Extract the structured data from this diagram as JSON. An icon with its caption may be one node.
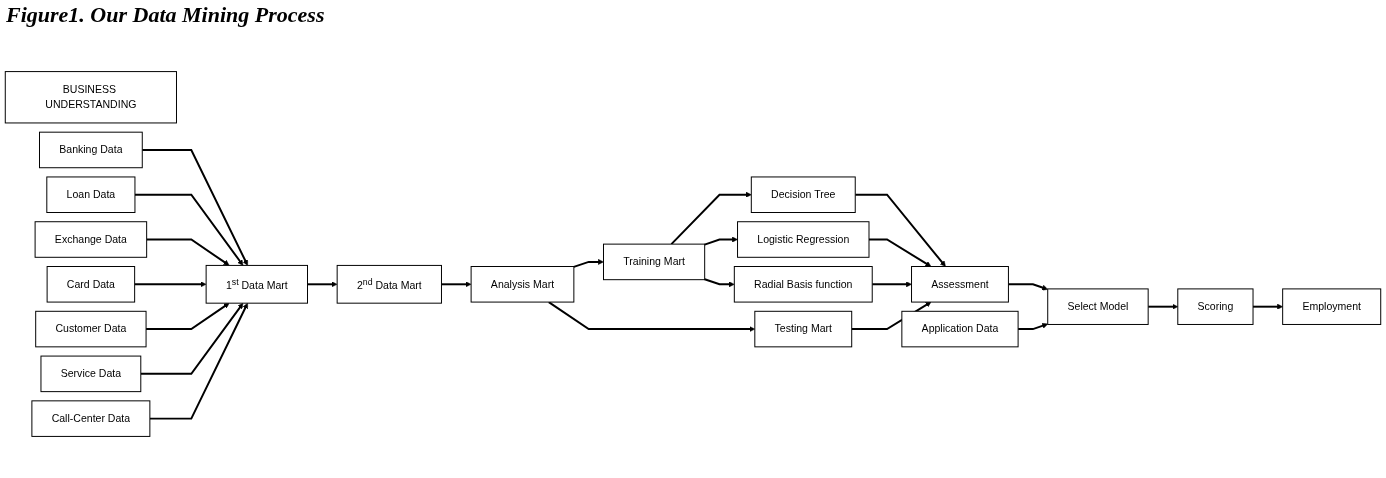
{
  "diagram": {
    "title": "Figure1. Our Data Mining Process",
    "nodes": [
      {
        "text": [
          "BUSINESS UNDERSTANDING"
        ]
      },
      {
        "text": [
          "Banking Data"
        ]
      },
      {
        "text": [
          "Loan Data"
        ]
      },
      {
        "text": [
          "Exchange Data"
        ]
      },
      {
        "text": [
          "Card Data"
        ]
      },
      {
        "text": [
          "Customer Data"
        ]
      },
      {
        "text": [
          "Service Data"
        ]
      },
      {
        "text": [
          "Call-Center Data"
        ]
      },
      {
        "text": [
          "1$^{st}$ Data Mart"
        ]
      },
      {
        "text": [
          "2$^{nd}$ Data Mart"
        ]
      },
      {
        "text": [
          "Analysis Mart"
        ]
      },
      {
        "text": [
          "Training Mart"
        ]
      },
      {
        "text": [
          "Testing Mart"
        ]
      },
      {
        "text": [
          "Decision Tree"
        ]
      },
      {
        "text": [
          "Logistic Regression"
        ]
      },
      {
        "text": [
          "Radial Basis function"
        ]
      },
      {
        "text": [
          "Assessment"
        ]
      },
      {
        "text": [
          "Application Data"
        ]
      },
      {
        "text": [
          "Select Model"
        ]
      },
      {
        "text": [
          "Scoring"
        ]
      },
      {
        "text": [
          "Employment"
        ]
      }
    ],
    "edges": [
      {
        "from": 1,
        "to": 8,
        "arrow": "to"
      },
      {
        "from": 2,
        "to": 8,
        "arrow": "to"
      },
      {
        "from": 3,
        "to": 8,
        "arrow": "to"
      },
      {
        "from": 4,
        "to": 8,
        "arrow": "to"
      },
      {
        "from": 5,
        "to": 8,
        "arrow": "to"
      },
      {
        "from": 6,
        "to": 8,
        "arrow": "to"
      },
      {
        "from": 7,
        "to": 8,
        "arrow": "to"
      },
      {
        "from": 8,
        "to": 9,
        "arrow": "to"
      },
      {
        "from": 9,
        "to": 10,
        "arrow": "to"
      },
      {
        "from": 10,
        "to": 11,
        "arrow": "to"
      },
      {
        "from": 10,
        "to": 12,
        "arrow": "to"
      },
      {
        "from": 11,
        "to": 13,
        "arrow": "to"
      },
      {
        "from": 11,
        "to": 14,
        "arrow": "to"
      },
      {
        "from": 11,
        "to": 15,
        "arrow": "to"
      },
      {
        "from": 13,
        "to": 16,
        "arrow": "to"
      },
      {
        "from": 14,
        "to": 16,
        "arrow": "to"
      },
      {
        "from": 15,
        "to": 16,
        "arrow": "to"
      },
      {
        "from": 12,
        "to": 16,
        "arrow": "to"
      },
      {
        "from": 16,
        "to": 18,
        "arrow": "to"
      },
      {
        "from": 17,
        "to": 18,
        "arrow": "to"
      },
      {
        "from": 18,
        "to": 19,
        "arrow": "to"
      },
      {
        "from": 19,
        "to": 20,
        "arrow": "to"
      }
    ]
  }
}
